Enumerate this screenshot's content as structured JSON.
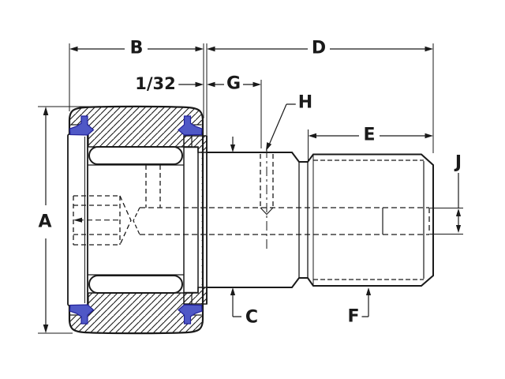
{
  "labels": {
    "a": "A",
    "b": "B",
    "c": "C",
    "d": "D",
    "e": "E",
    "f": "F",
    "g": "G",
    "h": "H",
    "j": "J",
    "gap": "1/32"
  },
  "colors": {
    "line": "#1a1a1a",
    "seal_fill": "#4f58c6",
    "seal_outline": "#23239a",
    "background": "#ffffff"
  }
}
